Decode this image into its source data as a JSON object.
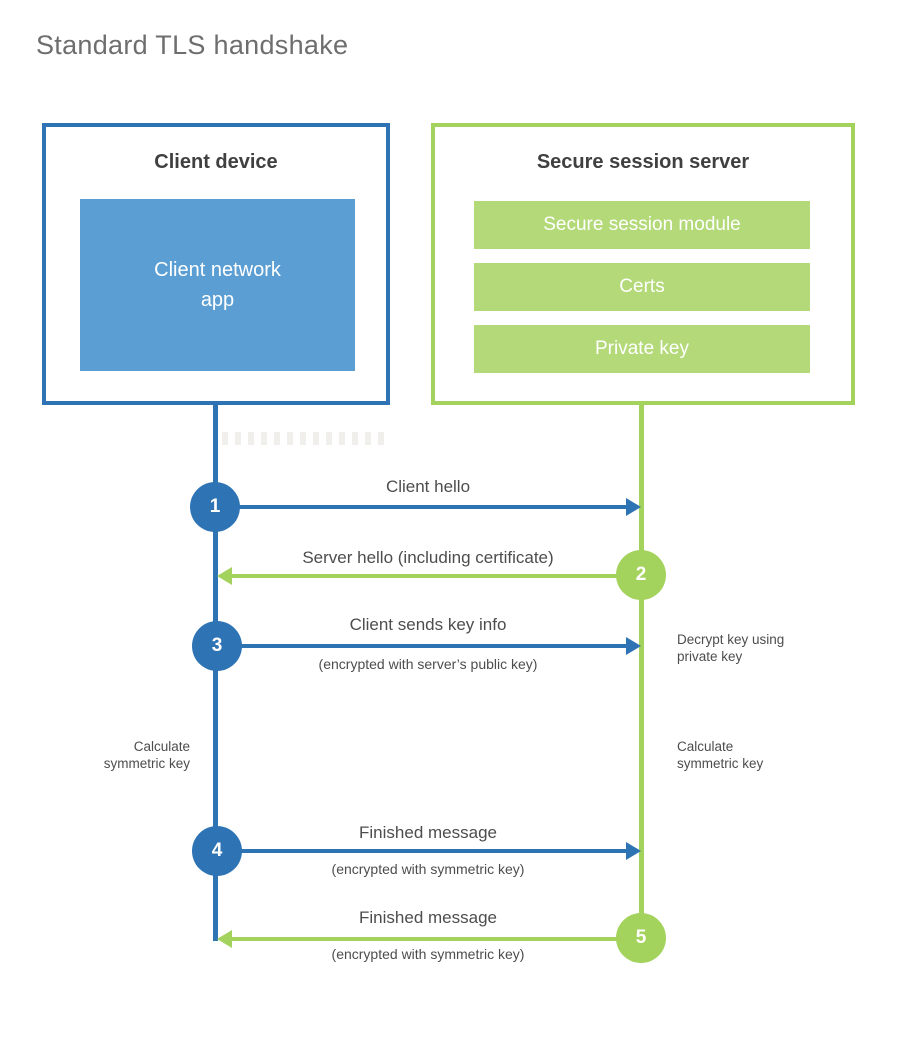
{
  "title": "Standard TLS handshake",
  "colors": {
    "blue": "#2e74b5",
    "blue_fill": "#5b9ed3",
    "green": "#a3d35c",
    "green_fill": "#b3d978",
    "heading": "#404040",
    "title_color": "#6e6e6e",
    "text": "#4d4d4d"
  },
  "client": {
    "title": "Client device",
    "app_label": "Client network\napp"
  },
  "server": {
    "title": "Secure session server",
    "modules": [
      "Secure session module",
      "Certs",
      "Private key"
    ]
  },
  "messages": [
    {
      "num": "1",
      "label": "Client hello",
      "sub": ""
    },
    {
      "num": "2",
      "label": "Server hello (including certificate)",
      "sub": ""
    },
    {
      "num": "3",
      "label": "Client sends key info",
      "sub": "(encrypted with server’s public key)"
    },
    {
      "num": "4",
      "label": "Finished message",
      "sub": "(encrypted with symmetric key)"
    },
    {
      "num": "5",
      "label": "Finished message",
      "sub": "(encrypted with symmetric key)"
    }
  ],
  "notes": [
    {
      "text": "Decrypt key using\nprivate key"
    },
    {
      "text": "Calculate\nsymmetric key"
    },
    {
      "text": "Calculate\nsymmetric key"
    }
  ]
}
